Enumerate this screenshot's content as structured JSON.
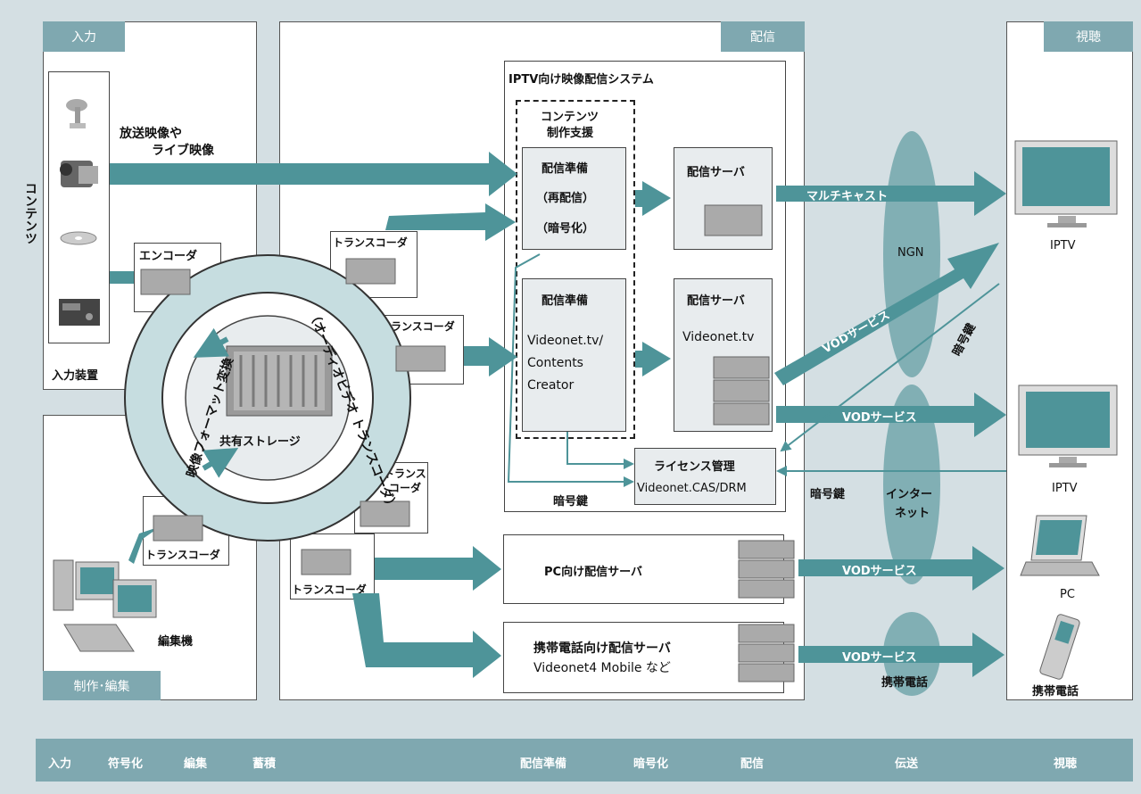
{
  "panels": {
    "input_header": "入力",
    "distribution_header": "配信",
    "viewing_header": "視聴",
    "production_header": "制作･編集"
  },
  "contents_label": "コンテンツ",
  "input": {
    "broadcast_label_line1": "放送映像や",
    "broadcast_label_line2": "ライブ映像",
    "encoder_label": "エンコーダ",
    "input_device_label": "入力装置"
  },
  "ring": {
    "storage_label": "共有ストレージ",
    "left_arc_text": "映像フォーマット変換",
    "right_arc_text": "（オーディオビデオ トランスコーダ）"
  },
  "transcoders": {
    "tc1": "トランスコーダ",
    "tc2": "トランスコーダ",
    "tc3_line1": "トランス",
    "tc3_line2": "コーダ",
    "tc4": "トランスコーダ",
    "tc5": "トランスコーダ"
  },
  "editing_label": "編集機",
  "iptv_system": {
    "title": "IPTV向け映像配信システム",
    "support_line1": "コンテンツ",
    "support_line2": "制作支援",
    "prep1_title": "配信準備",
    "prep1_line2": "（再配信）",
    "prep1_line3": "（暗号化）",
    "server1_title": "配信サーバ",
    "prep2_title": "配信準備",
    "prep2_line2": "Videonet.tv/",
    "prep2_line3": "Contents",
    "prep2_line4": "Creator",
    "server2_title": "配信サーバ",
    "server2_sub": "Videonet.tv",
    "license_title": "ライセンス管理",
    "license_sub": "Videonet.CAS/DRM",
    "key_label": "暗号鍵"
  },
  "pc_server_label": "PC向け配信サーバ",
  "mobile_server_line1": "携帯電話向け配信サーバ",
  "mobile_server_line2": "Videonet4 Mobile など",
  "network": {
    "ngn": "NGN",
    "internet_line1": "インター",
    "internet_line2": "ネット",
    "mobile": "携帯電話"
  },
  "arrows": {
    "multicast": "マルチキャスト",
    "vod1": "VODサービス",
    "vod2": "VODサービス",
    "vod3": "VODサービス",
    "vod4": "VODサービス",
    "key_diag": "暗号鍵",
    "key_left": "暗号鍵"
  },
  "devices": {
    "iptv1": "IPTV",
    "iptv2": "IPTV",
    "pc": "PC",
    "mobile": "携帯電話"
  },
  "steps": [
    "入力",
    "符号化",
    "編集",
    "蓄積",
    "配信準備",
    "暗号化",
    "配信",
    "伝送",
    "視聴"
  ],
  "colors": {
    "accent": "#4e9499",
    "header": "#7fa8b0",
    "background": "#d4dfe3",
    "ring": "#c6dde0"
  }
}
